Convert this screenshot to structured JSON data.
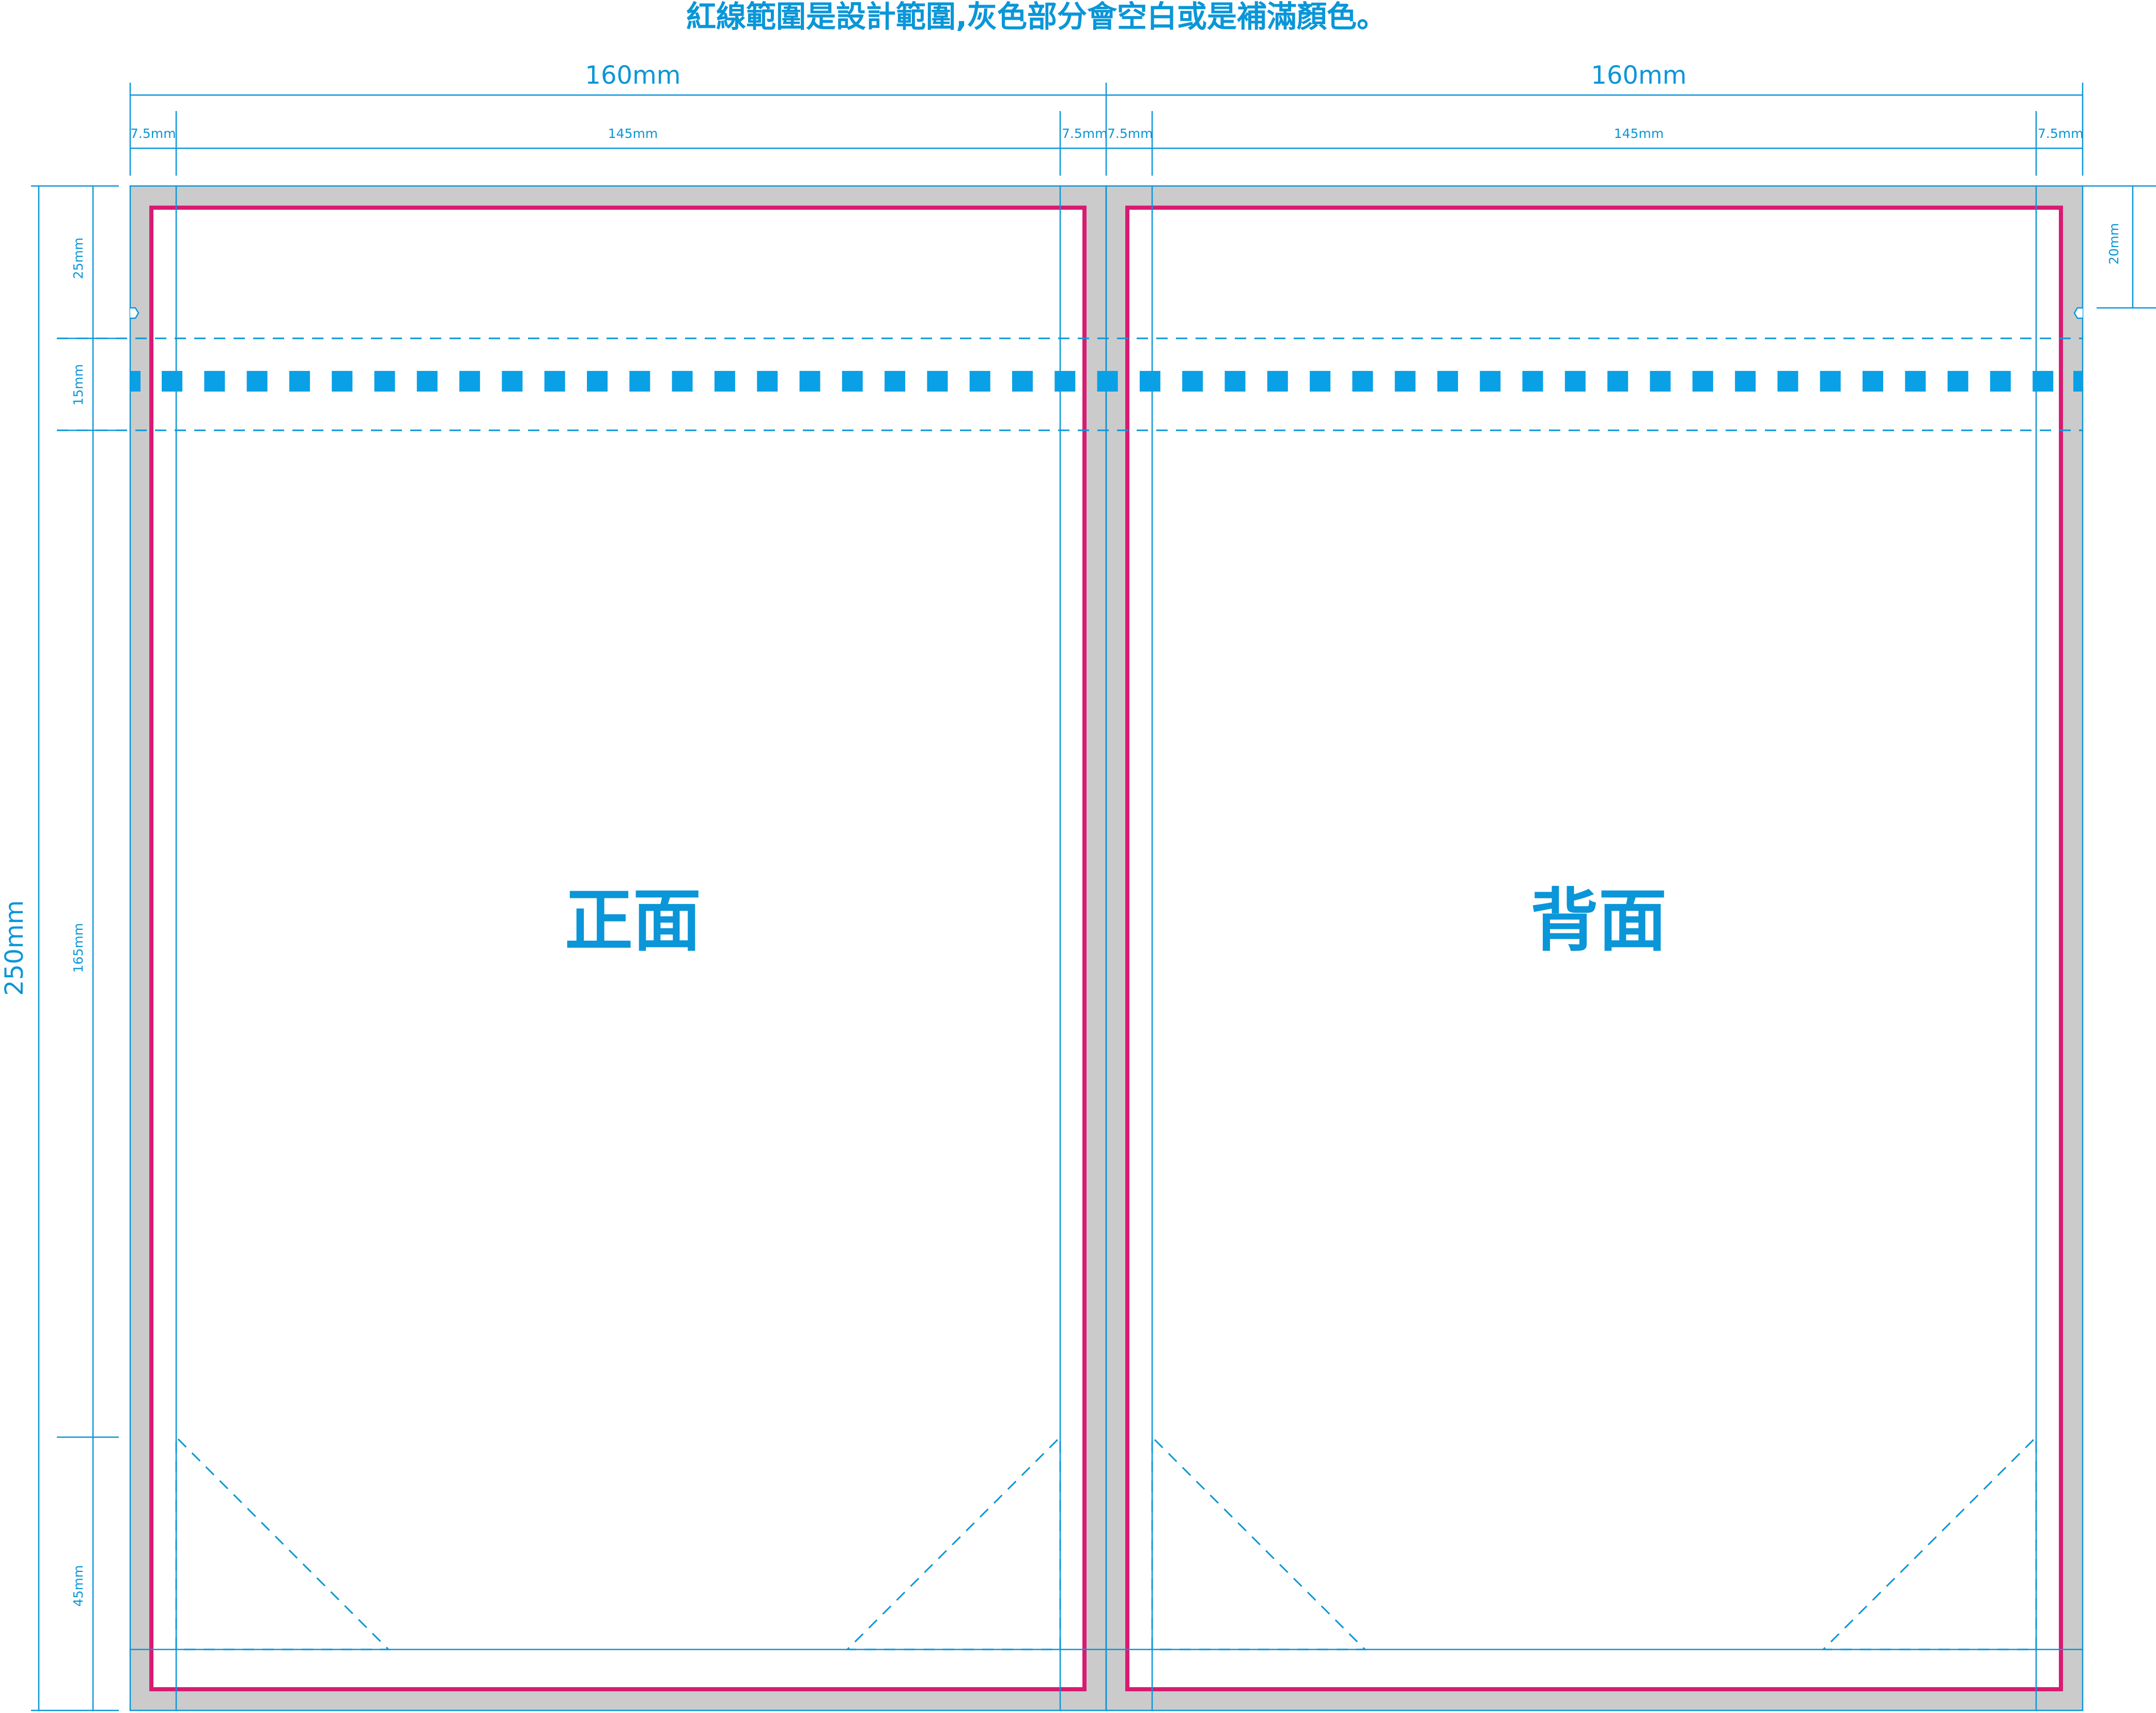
{
  "heading": "紅線範圍是設計範圍,灰色部分會空白或是補滿顏色。",
  "panels": [
    {
      "label": "正面",
      "width_label": "160mm",
      "margin_left": "7.5mm",
      "inner_width": "145mm",
      "margin_right": "7.5mm"
    },
    {
      "label": "背面",
      "width_label": "160mm",
      "margin_left": "7.5mm",
      "inner_width": "145mm",
      "margin_right": "7.5mm"
    }
  ],
  "height_total": "250mm",
  "sections": [
    "25mm",
    "15mm",
    "165mm",
    "45mm"
  ],
  "right_offset": "20mm",
  "colors": {
    "accent": "#0a96d8",
    "design_line": "#d81b72",
    "bleed_gray": "#cbcbcb",
    "perforation": "#0aa0e6"
  }
}
